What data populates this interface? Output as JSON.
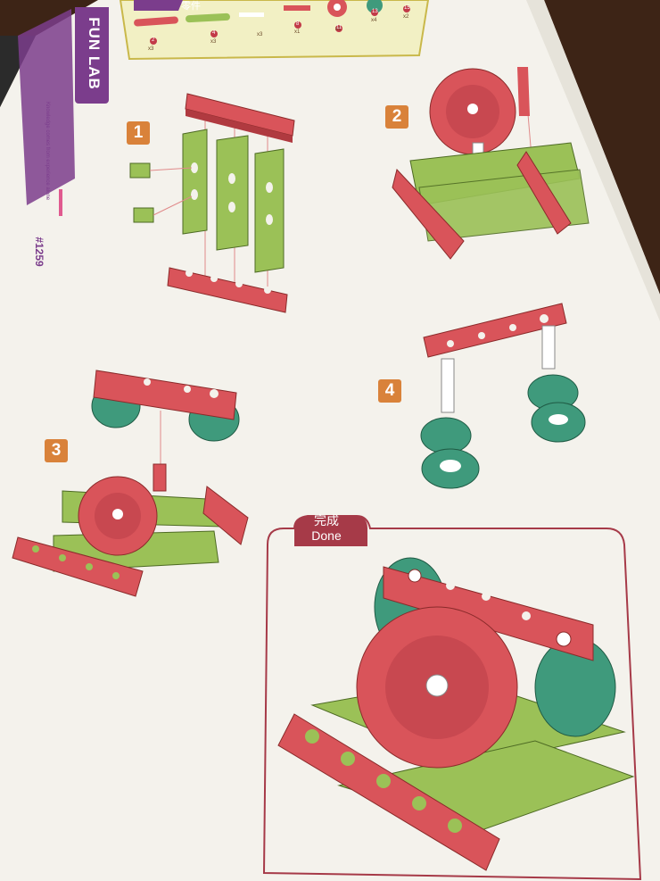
{
  "brand": {
    "name": "FUN LAB",
    "tagline": "Knowledge comes from experience alone",
    "model": "#1259"
  },
  "parts_bar": {
    "title": "零件",
    "quantities": [
      "x3",
      "x3",
      "x3",
      "x1",
      "x1",
      "x4",
      "x2"
    ],
    "numbers": [
      "2",
      "4",
      "8",
      "11",
      "13",
      "15"
    ]
  },
  "steps": [
    {
      "label": "1"
    },
    {
      "label": "2"
    },
    {
      "label": "3"
    },
    {
      "label": "4"
    }
  ],
  "done": {
    "label_cn": "完成",
    "label_en": "Done"
  },
  "colors": {
    "paper": "#f4f2ec",
    "red_part": "#d9545a",
    "green_part": "#9bc157",
    "teal_part": "#3f9a7c",
    "accent_purple": "#7b3d8c",
    "step_badge": "#d9823a",
    "done_frame": "#a63a48"
  }
}
